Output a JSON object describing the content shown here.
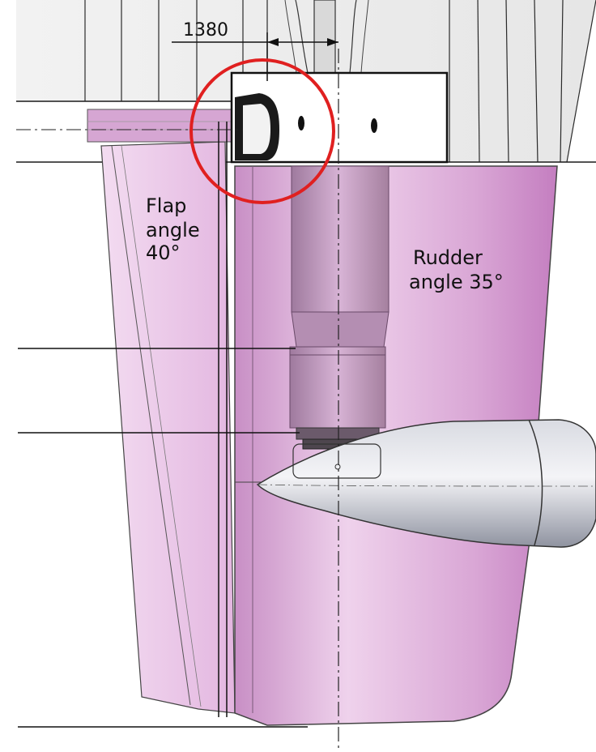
{
  "drawing": {
    "dimension_value": "1380",
    "flap_label": [
      "Flap",
      "angle",
      "40°"
    ],
    "rudder_label": [
      "Rudder",
      "angle 35°"
    ]
  },
  "colors": {
    "hull_fill": "#f6f6f6",
    "rudder_fill": "#e6bfe3",
    "rudder_deep": "#c98fc6",
    "flap_fill": "#ecc9e9",
    "stock_fill": "#b58bb3",
    "bulb_fill": "#b9bcc6",
    "highlight_circle": "#e02020",
    "line": "#1a1a1a"
  }
}
